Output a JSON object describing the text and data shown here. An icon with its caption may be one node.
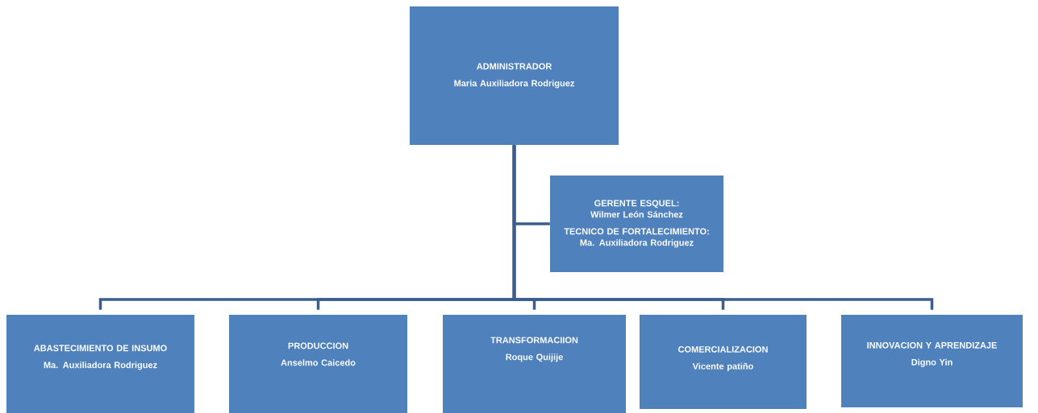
{
  "diagram": {
    "nodes": [
      {
        "text": [
          "ADMINISTRADOR",
          "Maria Auxiliadora Rodriguez"
        ]
      },
      {
        "text": [
          "GERENTE ESQUEL: Wilmer León Sánchez",
          "TECNICO DE FORTALECIMIENTO: Ma. Auxiliadora Rodriguez"
        ]
      },
      {
        "text": [
          "ABASTECIMIENTO DE INSUMO",
          "Ma. Auxiliadora Rodriguez"
        ]
      },
      {
        "text": [
          "PRODUCCION",
          "Anselmo Caicedo"
        ]
      },
      {
        "text": [
          "TRANSFORMACIION",
          "Roque Quijije"
        ]
      },
      {
        "text": [
          "COMERCIALIZACION",
          "Vicente patiño"
        ]
      },
      {
        "text": [
          "INNOVACION Y APRENDIZAJE",
          "Digno Yin"
        ]
      }
    ],
    "edges": [
      {
        "from": 0,
        "to": 1,
        "arrow": "none"
      },
      {
        "from": 0,
        "to": 2,
        "arrow": "none"
      },
      {
        "from": 0,
        "to": 3,
        "arrow": "none"
      },
      {
        "from": 0,
        "to": 4,
        "arrow": "none"
      },
      {
        "from": 0,
        "to": 5,
        "arrow": "none"
      },
      {
        "from": 0,
        "to": 6,
        "arrow": "none"
      }
    ]
  }
}
